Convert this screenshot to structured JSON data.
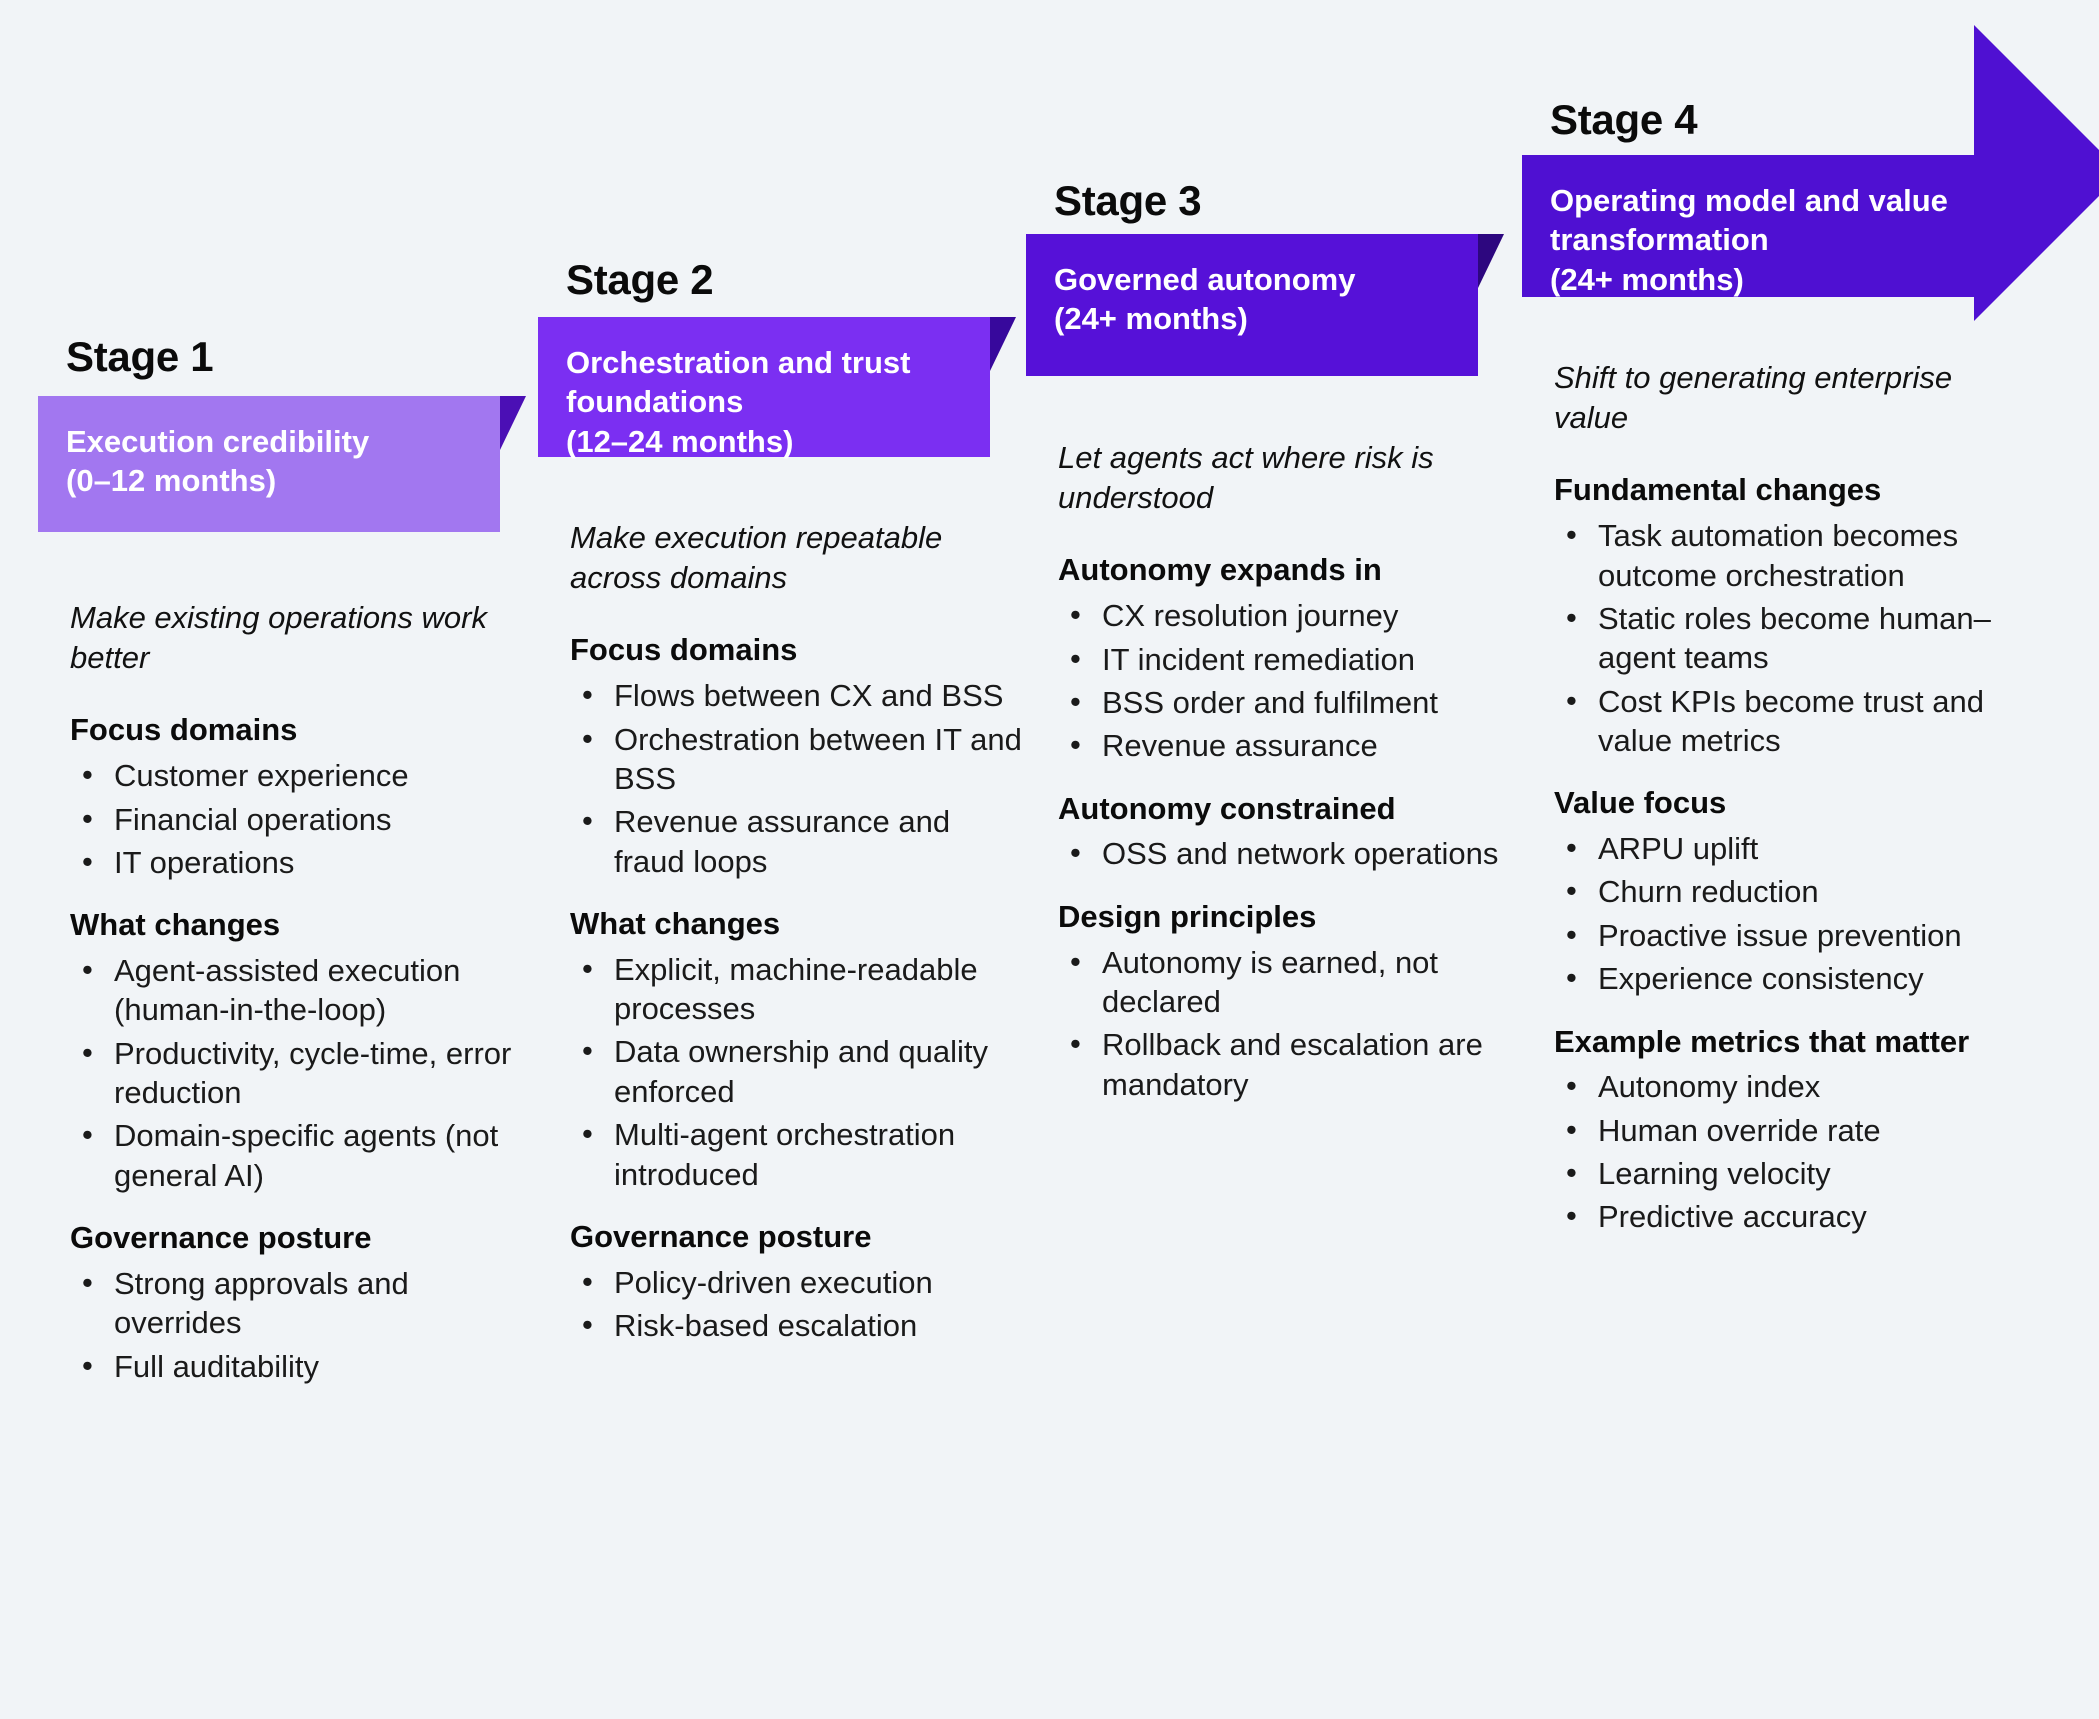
{
  "palette": {
    "page_background": "#f1f4f7",
    "stage1": "#a277f0",
    "stage2": "#7b2ff2",
    "stage3": "#5611d8",
    "stage4": "#4f10d2",
    "text": "#111111",
    "banner_text": "#ffffff"
  },
  "stages": [
    {
      "label": "Stage 1",
      "banner_title": "Execution credibility",
      "banner_period": "(0–12 months)",
      "tagline": "Make existing operations work better",
      "sections": [
        {
          "heading": "Focus domains",
          "items": [
            "Customer experience",
            "Financial operations",
            "IT operations"
          ]
        },
        {
          "heading": "What changes",
          "items": [
            "Agent-assisted execution (human-in-the-loop)",
            "Productivity, cycle-time, error reduction",
            "Domain-specific agents (not general AI)"
          ]
        },
        {
          "heading": "Governance posture",
          "items": [
            "Strong approvals and overrides",
            "Full auditability"
          ]
        }
      ]
    },
    {
      "label": "Stage 2",
      "banner_title": "Orchestration and trust foundations",
      "banner_period": "(12–24 months)",
      "tagline": "Make execution repeatable across domains",
      "sections": [
        {
          "heading": "Focus domains",
          "items": [
            "Flows between CX and BSS",
            "Orchestration between IT and BSS",
            "Revenue assurance and fraud loops"
          ]
        },
        {
          "heading": "What changes",
          "items": [
            "Explicit, machine-readable processes",
            "Data ownership and quality enforced",
            "Multi-agent orchestration introduced"
          ]
        },
        {
          "heading": "Governance posture",
          "items": [
            "Policy-driven execution",
            "Risk-based escalation"
          ]
        }
      ]
    },
    {
      "label": "Stage 3",
      "banner_title": "Governed autonomy",
      "banner_period": "(24+ months)",
      "tagline": "Let agents act where risk is understood",
      "sections": [
        {
          "heading": "Autonomy expands in",
          "items": [
            "CX resolution journey",
            "IT incident remediation",
            "BSS order and fulfilment",
            "Revenue assurance"
          ]
        },
        {
          "heading": "Autonomy constrained",
          "items": [
            "OSS and network operations"
          ]
        },
        {
          "heading": "Design principles",
          "items": [
            "Autonomy is earned, not declared",
            "Rollback and escalation are mandatory"
          ]
        }
      ]
    },
    {
      "label": "Stage 4",
      "banner_title": "Operating model and value transformation",
      "banner_period": "(24+ months)",
      "tagline": "Shift to generating enterprise value",
      "sections": [
        {
          "heading": "Fundamental changes",
          "items": [
            "Task automation becomes outcome orchestration",
            "Static roles become human–agent teams",
            "Cost KPIs become trust and value metrics"
          ]
        },
        {
          "heading": "Value focus",
          "items": [
            "ARPU uplift",
            "Churn reduction",
            "Proactive issue prevention",
            "Experience consistency"
          ]
        },
        {
          "heading": "Example metrics that matter",
          "items": [
            "Autonomy index",
            "Human override rate",
            "Learning velocity",
            "Predictive accuracy"
          ]
        }
      ]
    }
  ]
}
